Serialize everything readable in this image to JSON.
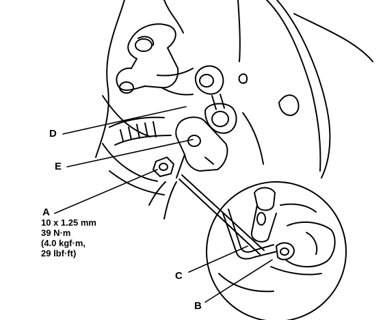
{
  "labels": {
    "A": "A",
    "B": "B",
    "C": "C",
    "D": "D",
    "E": "E"
  },
  "spec": {
    "size": "10 x 1.25 mm",
    "torque_nm": "39 N·m",
    "torque_kgf": "(4.0 kgf·m,",
    "torque_lbf": "29 lbf·ft)"
  }
}
